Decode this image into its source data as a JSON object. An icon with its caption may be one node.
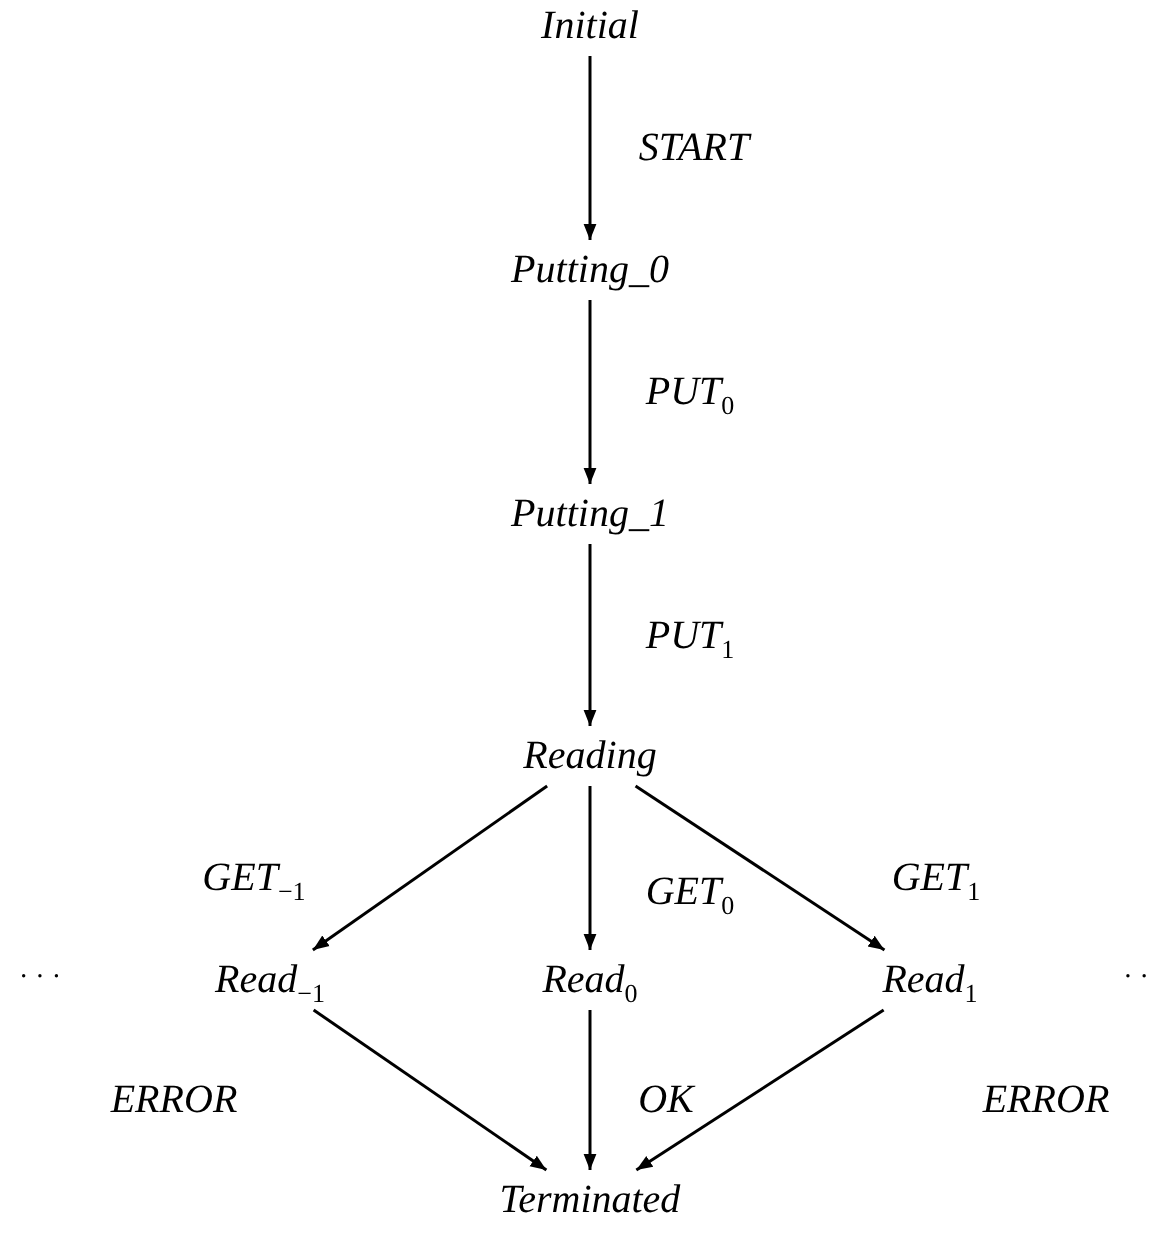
{
  "diagram": {
    "nodes": [
      {
        "text": [
          "Initial"
        ]
      },
      {
        "text": [
          "Putting_0"
        ]
      },
      {
        "text": [
          "Putting_1"
        ]
      },
      {
        "text": [
          "Reading"
        ]
      },
      {
        "text": [
          "Read$_{−1}$"
        ]
      },
      {
        "text": [
          "Read$_{0}$"
        ]
      },
      {
        "text": [
          "Read$_{1}$"
        ]
      },
      {
        "text": [
          "Terminated"
        ]
      }
    ],
    "edges": [
      {
        "from": 0,
        "to": 1,
        "arrow": "to",
        "label": "START"
      },
      {
        "from": 1,
        "to": 2,
        "arrow": "to",
        "label": "PUT$_{0}$"
      },
      {
        "from": 2,
        "to": 3,
        "arrow": "to",
        "label": "PUT$_{1}$"
      },
      {
        "from": 3,
        "to": 4,
        "arrow": "to",
        "label": "GET$_{−1}$"
      },
      {
        "from": 3,
        "to": 5,
        "arrow": "to",
        "label": "GET$_{0}$"
      },
      {
        "from": 3,
        "to": 6,
        "arrow": "to",
        "label": "GET$_{1}$"
      },
      {
        "from": 4,
        "to": 7,
        "arrow": "to",
        "label": "ERROR"
      },
      {
        "from": 5,
        "to": 7,
        "arrow": "to",
        "label": "OK"
      },
      {
        "from": 6,
        "to": 7,
        "arrow": "to",
        "label": "ERROR"
      }
    ],
    "labels": [
      "· · ·",
      "· ·"
    ]
  }
}
